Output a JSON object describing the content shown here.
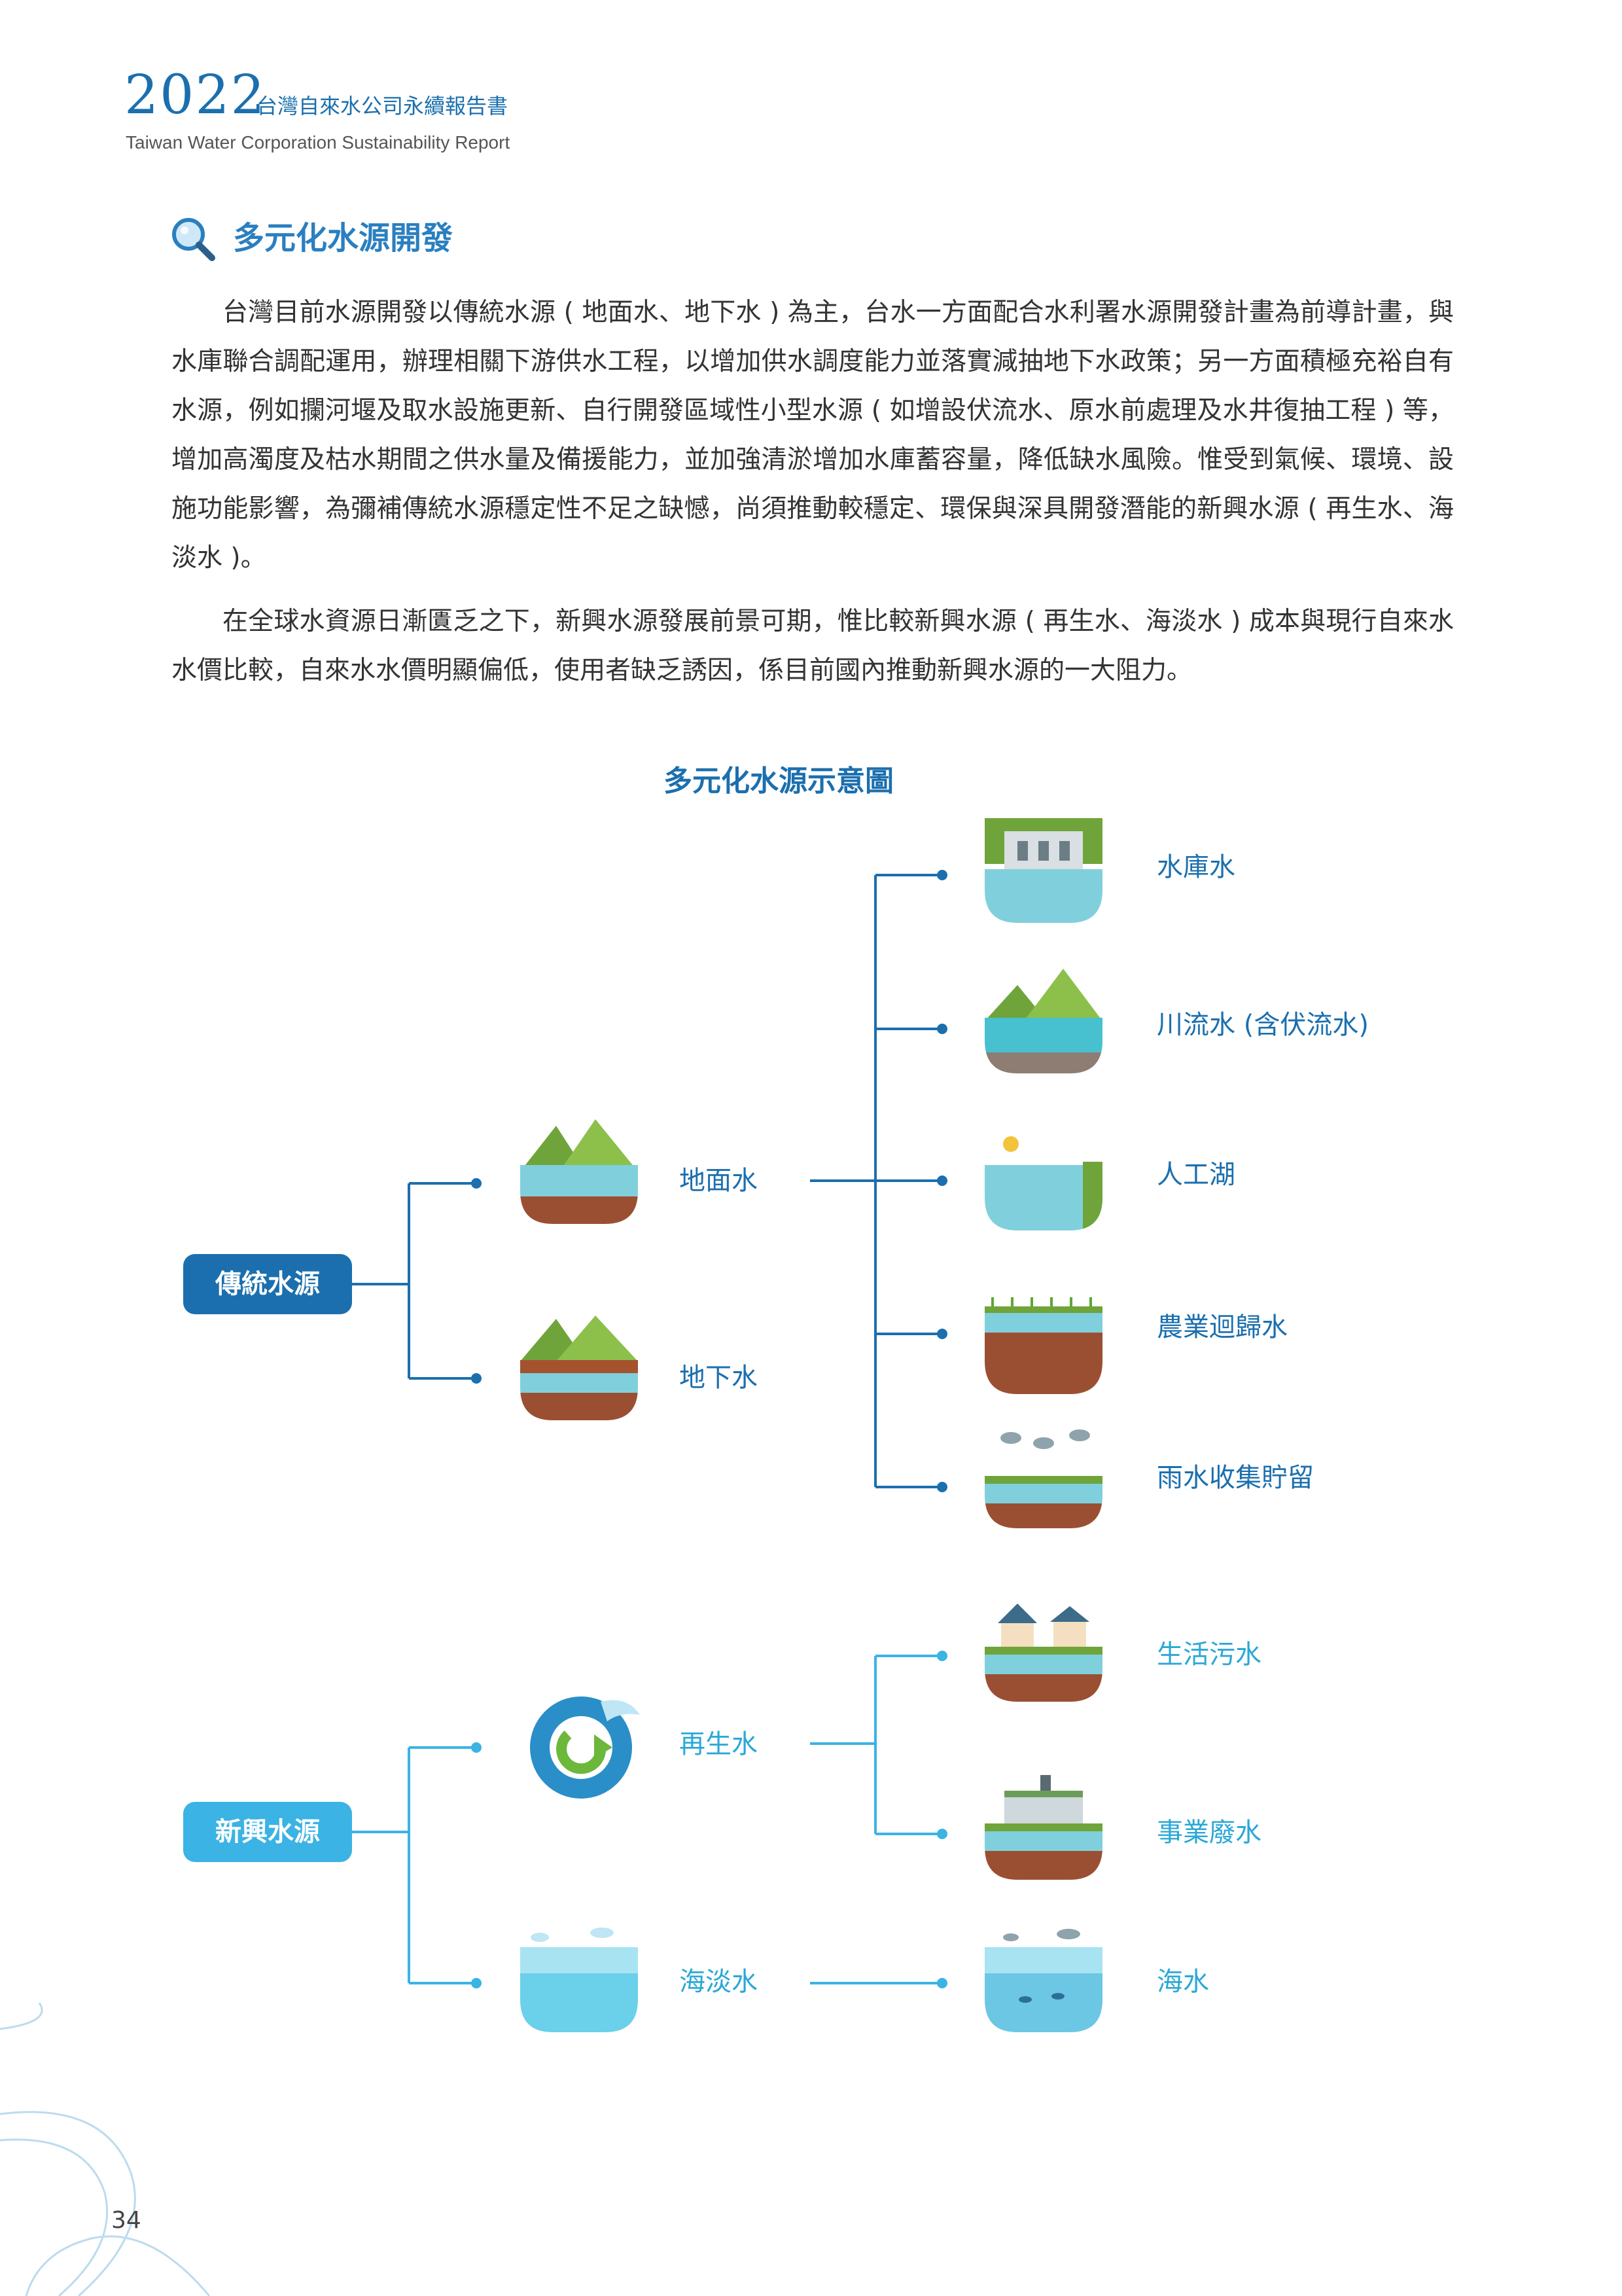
{
  "header": {
    "year": "2022",
    "title_zh": "台灣自來水公司永續報告書",
    "title_en": "Taiwan Water Corporation Sustainability Report"
  },
  "section": {
    "title": "多元化水源開發",
    "paragraph1": "台灣目前水源開發以傳統水源 ( 地面水、地下水 ) 為主，台水一方面配合水利署水源開發計畫為前導計畫，與水庫聯合調配運用，辦理相關下游供水工程，以增加供水調度能力並落實減抽地下水政策；另一方面積極充裕自有水源，例如攔河堰及取水設施更新、自行開發區域性小型水源 ( 如增設伏流水、原水前處理及水井復抽工程 ) 等，增加高濁度及枯水期間之供水量及備援能力，並加強清淤增加水庫蓄容量，降低缺水風險。惟受到氣候、環境、設施功能影響，為彌補傳統水源穩定性不足之缺憾，尚須推動較穩定、環保與深具開發潛能的新興水源 ( 再生水、海淡水 )。",
    "paragraph2": "在全球水資源日漸匱乏之下，新興水源發展前景可期，惟比較新興水源 ( 再生水、海淡水 ) 成本與現行自來水水價比較，自來水水價明顯偏低，使用者缺乏誘因，係目前國內推動新興水源的一大阻力。"
  },
  "diagram": {
    "title": "多元化水源示意圖",
    "traditional": {
      "label": "傳統水源",
      "color": "#1b6fae",
      "surface": {
        "label": "地面水",
        "sources": [
          "水庫水",
          "川流水 (含伏流水)",
          "人工湖",
          "農業迴歸水",
          "雨水收集貯留"
        ]
      },
      "ground": {
        "label": "地下水"
      }
    },
    "emerging": {
      "label": "新興水源",
      "color": "#3bb3e4",
      "reclaimed": {
        "label": "再生水",
        "sources": [
          "生活污水",
          "事業廢水"
        ]
      },
      "desalination": {
        "label": "海淡水",
        "sources": [
          "海水"
        ]
      }
    }
  },
  "page_number": "34"
}
